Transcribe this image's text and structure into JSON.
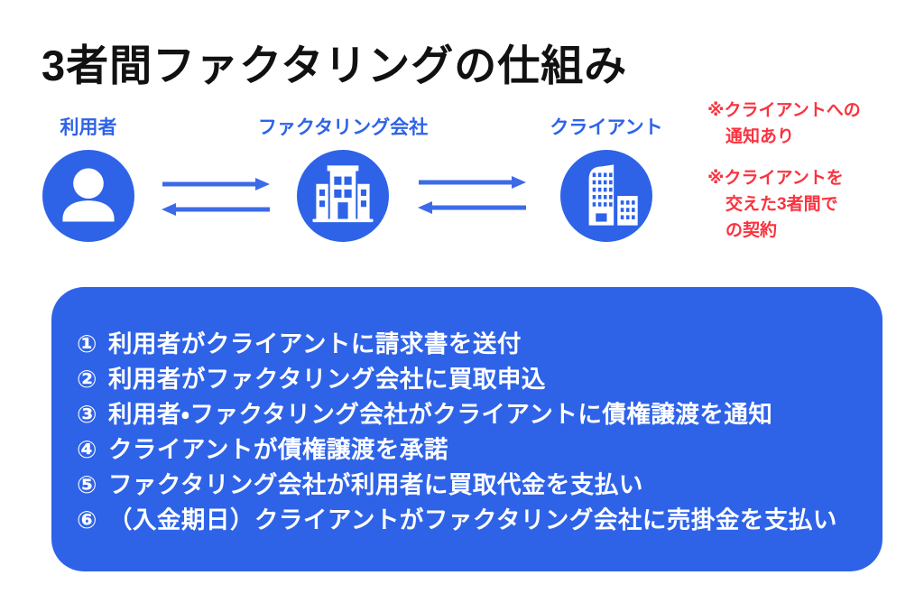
{
  "title": "3者間ファクタリングの仕組み",
  "actors": [
    {
      "label": "利用者",
      "icon": "person-icon"
    },
    {
      "label": "ファクタリング会社",
      "icon": "office-building-icon"
    },
    {
      "label": "クライアント",
      "icon": "city-buildings-icon"
    }
  ],
  "notes": [
    {
      "lines": [
        "※クライアントへの",
        "通知あり"
      ]
    },
    {
      "lines": [
        "※クライアントを",
        "交えた3者間で",
        "の契約"
      ]
    }
  ],
  "steps": [
    {
      "num": "①",
      "text": "利用者がクライアントに請求書を送付"
    },
    {
      "num": "②",
      "text": "利用者がファクタリング会社に買取申込"
    },
    {
      "num": "③",
      "text": "利用者・ファクタリング会社がクライアントに債権譲渡を通知"
    },
    {
      "num": "④",
      "text": "クライアントが債権譲渡を承諾"
    },
    {
      "num": "⑤",
      "text": "ファクタリング会社が利用者に買取代金を支払い"
    },
    {
      "num": "⑥",
      "text": "（入金期日）クライアントがファクタリング会社に売掛金を支払い"
    }
  ],
  "colors": {
    "accent_blue": "#2e63e8",
    "arrow_blue": "#3d6be8",
    "note_red": "#f9333f",
    "panel_bg": "#2e63e8",
    "step_text": "#ffffff",
    "title_text": "#111111"
  }
}
